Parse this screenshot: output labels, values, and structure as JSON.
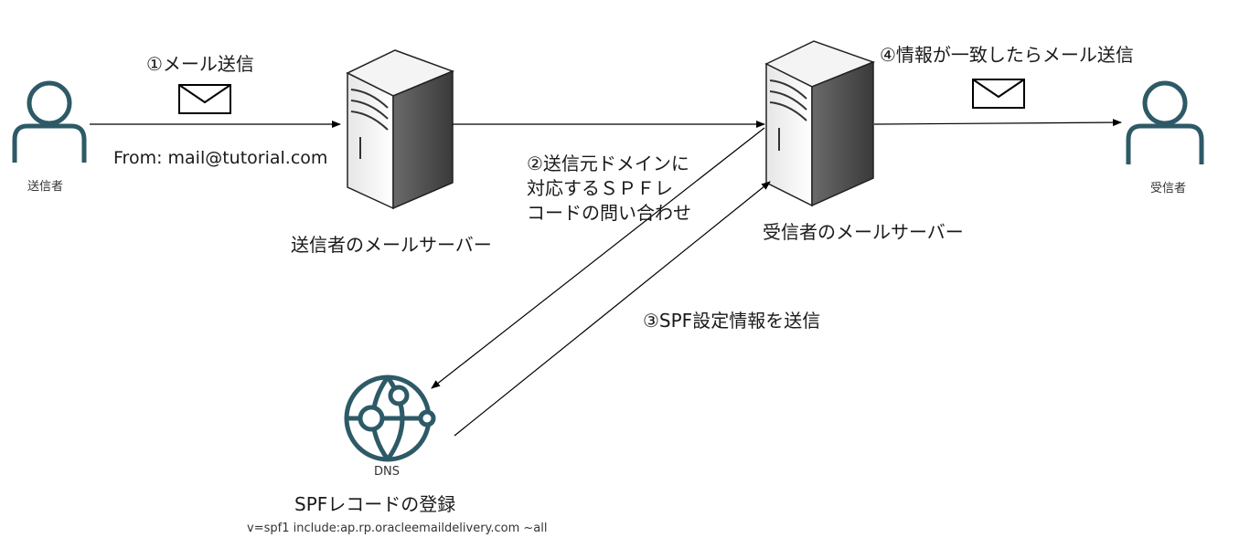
{
  "sender": {
    "label": "送信者"
  },
  "receiver": {
    "label": "受信者"
  },
  "sender_server": {
    "label": "送信者のメールサーバー"
  },
  "receiver_server": {
    "label": "受信者のメールサーバー"
  },
  "from_address": "From: mail@tutorial.com",
  "steps": {
    "s1": "①メール送信",
    "s2_lines": [
      "②送信元ドメインに",
      "対応するＳＰＦレ",
      "コードの問い合わせ"
    ],
    "s3": "③SPF設定情報を送信",
    "s4": "④情報が一致したらメール送信"
  },
  "dns": {
    "icon_label": "DNS",
    "title": "SPFレコードの登録",
    "record": "v=spf1 include:ap.rp.oracleemaildelivery.com ~all"
  },
  "colors": {
    "icon": "#2d5a66",
    "line": "#000000",
    "server_light": "#f2f2f2",
    "server_dark": "#4a4a4a"
  }
}
